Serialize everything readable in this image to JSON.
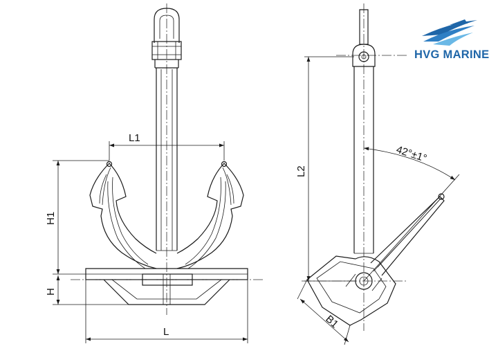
{
  "brand": {
    "name": "HVG MARINE",
    "color": "#1f66a8",
    "accent": "#6ab8e6"
  },
  "labels": {
    "L1": "L1",
    "H1": "H1",
    "H": "H",
    "L": "L",
    "L2": "L2",
    "B1": "B1",
    "angle": "42°±1°"
  }
}
